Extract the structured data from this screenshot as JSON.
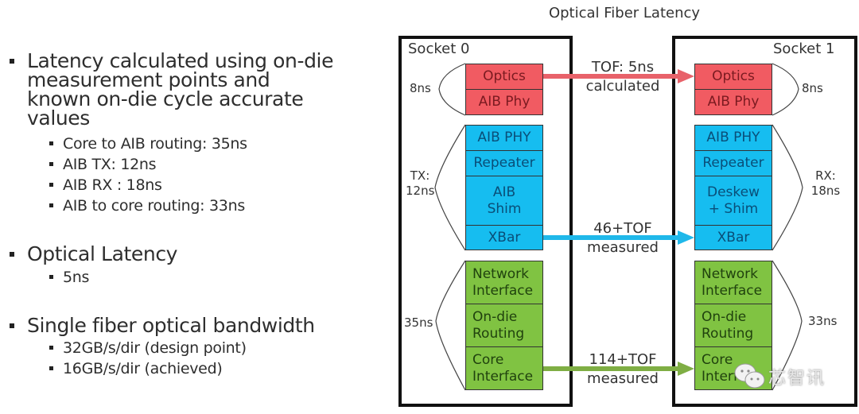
{
  "left_panel": {
    "sections": [
      {
        "text": "Latency calculated using on-die measurement points and known on-die cycle accurate values",
        "lines": [
          "Latency calculated using on-die",
          "measurement points and",
          "known on-die cycle accurate",
          "values"
        ],
        "sub": [
          "Core to AIB routing: 35ns",
          "AIB TX: 12ns",
          "AIB RX : 18ns",
          "AIB to core routing: 33ns"
        ]
      },
      {
        "text": "Optical Latency",
        "sub": [
          "5ns"
        ]
      },
      {
        "text": "Single fiber optical bandwidth",
        "sub": [
          "32GB/s/dir (design point)",
          "16GB/s/dir (achieved)"
        ]
      }
    ]
  },
  "diagram": {
    "title": "Optical Fiber Latency",
    "colors": {
      "red": "#f15b62",
      "blue": "#16bdf0",
      "green": "#80c342",
      "red_arrow": "#e8626a",
      "blue_arrow": "#1fb8ea",
      "green_arrow": "#7fae44"
    },
    "socket0": {
      "label": "Socket 0",
      "red_blocks": [
        "Optics",
        "AIB Phy"
      ],
      "blue_blocks": [
        "AIB PHY",
        "Repeater",
        "AIB Shim",
        "XBar"
      ],
      "green_blocks": [
        "Network Interface",
        "On-die Routing",
        "Core Interface"
      ],
      "latencies": {
        "red": "8ns",
        "blue_1": "TX:",
        "blue_2": "12ns",
        "green": "35ns"
      }
    },
    "socket1": {
      "label": "Socket 1",
      "red_blocks": [
        "Optics",
        "AIB Phy"
      ],
      "blue_blocks": [
        "AIB PHY",
        "Repeater",
        "Deskew + Shim",
        "XBar"
      ],
      "green_blocks": [
        "Network Interface",
        "On-die Routing",
        "Core Interface"
      ],
      "latencies": {
        "red": "8ns",
        "blue_1": "RX:",
        "blue_2": "18ns",
        "green": "33ns"
      }
    },
    "links": [
      {
        "line1": "TOF: 5ns",
        "line2": "calculated"
      },
      {
        "line1": "46+TOF",
        "line2": "measured"
      },
      {
        "line1": "114+TOF",
        "line2": "measured"
      }
    ]
  },
  "watermark": {
    "text": "芯智讯",
    "icon": "wechat-icon"
  }
}
